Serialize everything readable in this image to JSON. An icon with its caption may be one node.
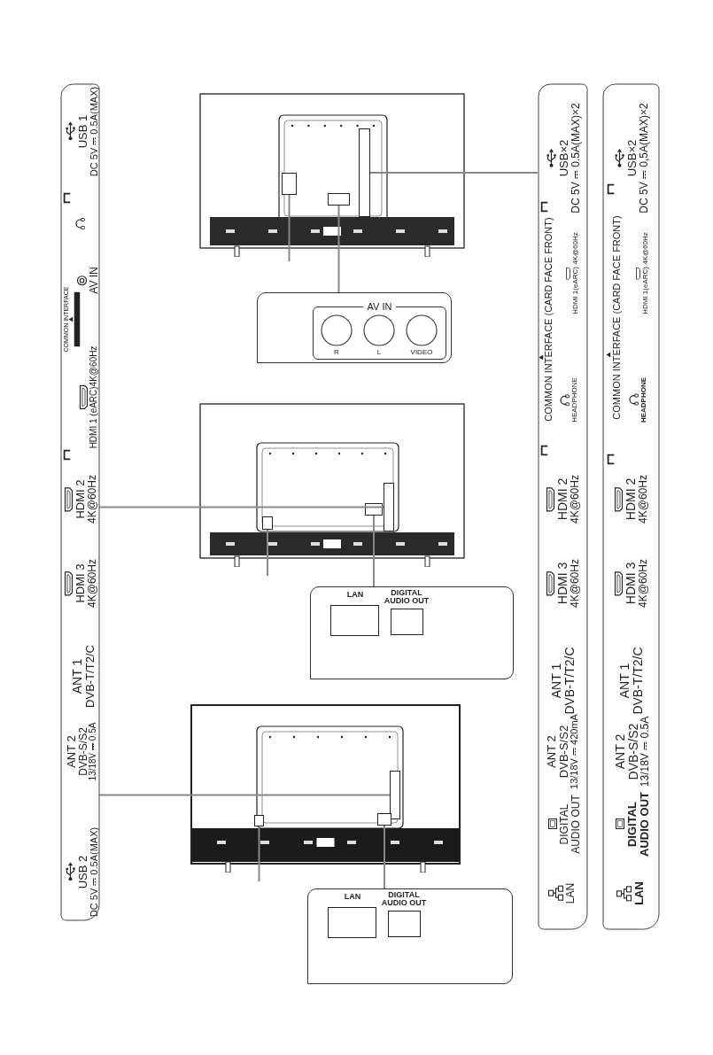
{
  "diagram": {
    "nodes": [
      {
        "text": [],
        "shape": "box"
      },
      {
        "text": [
          "USB 2",
          "DC 5V ⎓ 0.5A(MAX)"
        ],
        "in": 0
      },
      {
        "text": [
          "ANT 2",
          "DVB-S/S2",
          "13/18V ⎓ 0.5A"
        ],
        "in": 0
      },
      {
        "text": [
          "ANT 1",
          "DVB-T/T2/C"
        ],
        "in": 0
      },
      {
        "text": [
          "HDMI 3",
          "4K@60Hz"
        ],
        "in": 0
      },
      {
        "text": [
          "HDMI 2",
          "4K@60Hz"
        ],
        "in": 0
      },
      {
        "text": [
          "HDMI 1 (eARC)4K@60Hz"
        ],
        "in": 0
      },
      {
        "text": [
          "COMMON INTERFACE"
        ],
        "in": 0
      },
      {
        "text": [
          "AV IN"
        ],
        "in": 0
      },
      {
        "text": [
          "USB 1",
          "DC 5V ⎓ 0.5A(MAX)"
        ],
        "in": 0
      },
      {
        "text": [],
        "shape": "box"
      },
      {
        "text": [
          "LAN"
        ],
        "in": 10
      },
      {
        "text": [
          "DIGITAL AUDIO OUT"
        ],
        "in": 10
      },
      {
        "text": [
          "ANT 2",
          "DVB-S/S2",
          "13/18V ⎓ 420mA"
        ],
        "in": 10
      },
      {
        "text": [
          "ANT 1",
          "DVB-T/T2/C"
        ],
        "in": 10
      },
      {
        "text": [
          "HDMI 3",
          "4K@60Hz"
        ],
        "in": 10
      },
      {
        "text": [
          "HDMI 2",
          "4K@60Hz"
        ],
        "in": 10
      },
      {
        "text": [
          "HEADPHONE"
        ],
        "in": 10
      },
      {
        "text": [
          "COMMON INTERFACE (CARD FACE FRONT)"
        ],
        "in": 10
      },
      {
        "text": [
          "HDMI 1(eARC) 4K@60Hz"
        ],
        "in": 10
      },
      {
        "text": [
          "USB×2",
          "DC 5V ⎓ 0.5A(MAX)×2"
        ],
        "in": 10
      },
      {
        "text": [],
        "shape": "box"
      },
      {
        "text": [
          "LAN"
        ],
        "in": 21
      },
      {
        "text": [
          "DIGITAL AUDIO OUT"
        ],
        "in": 21
      },
      {
        "text": [
          "ANT 2",
          "DVB-S/S2",
          "13/18V ⎓ 0.5A"
        ],
        "in": 21
      },
      {
        "text": [
          "ANT 1",
          "DVB-T/T2/C"
        ],
        "in": 21
      },
      {
        "text": [
          "HDMI 3",
          "4K@60Hz"
        ],
        "in": 21
      },
      {
        "text": [
          "HDMI 2",
          "4K@60Hz"
        ],
        "in": 21
      },
      {
        "text": [
          "HEADPHONE"
        ],
        "in": 21
      },
      {
        "text": [
          "COMMON INTERFACE (CARD FACE FRONT)"
        ],
        "in": 21
      },
      {
        "text": [
          "HDMI 1(eARC) 4K@60Hz"
        ],
        "in": 21
      },
      {
        "text": [
          "USB×2",
          "DC 5V ⎓ 0,5A(MAX)×2"
        ],
        "in": 21
      },
      {
        "text": [],
        "shape": "picture"
      },
      {
        "text": [],
        "shape": "box",
        "in": 32
      },
      {
        "text": [],
        "shape": "box",
        "in": 32
      },
      {
        "text": [],
        "shape": "box",
        "in": 32
      },
      {
        "text": [],
        "shape": "picture"
      },
      {
        "text": [],
        "shape": "box",
        "in": 36
      },
      {
        "text": [],
        "shape": "box",
        "in": 36
      },
      {
        "text": [],
        "shape": "box",
        "in": 36
      },
      {
        "text": [],
        "shape": "picture"
      },
      {
        "text": [],
        "shape": "box",
        "in": 40
      },
      {
        "text": [],
        "shape": "box",
        "in": 40
      },
      {
        "text": [],
        "shape": "box",
        "in": 40
      },
      {
        "text": [
          "AV IN",
          "R",
          "L",
          "VIDEO"
        ]
      },
      {
        "text": [
          "LAN",
          "DIGITAL AUDIO OUT"
        ]
      },
      {
        "text": [
          "LAN",
          "DIGITAL AUDIO OUT"
        ]
      }
    ],
    "edges": [
      {
        "from": 0,
        "to": 37,
        "arrow": "none"
      },
      {
        "from": 0,
        "to": 41,
        "arrow": "none"
      },
      {
        "from": 10,
        "to": 33,
        "arrow": "none"
      },
      {
        "from": 34,
        "to": 44,
        "arrow": "none"
      },
      {
        "from": 35,
        "to": null,
        "arrow": "none"
      },
      {
        "from": 38,
        "to": 45,
        "arrow": "none"
      },
      {
        "from": 39,
        "to": null,
        "arrow": "none"
      },
      {
        "from": 42,
        "to": 46,
        "arrow": "none"
      },
      {
        "from": 43,
        "to": null,
        "arrow": "none"
      }
    ]
  }
}
